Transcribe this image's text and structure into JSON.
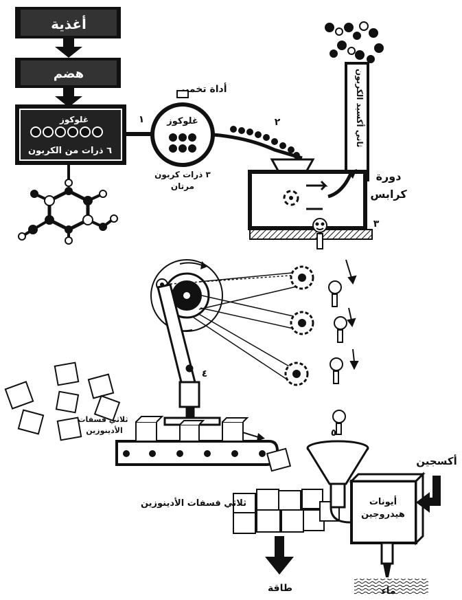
{
  "flow": {
    "food": "أغذية",
    "digestion": "هضم"
  },
  "glucose_box": {
    "name": "غلوكوز",
    "caption": "٦ ذرات من الكربون"
  },
  "fermenter": {
    "label": "أداة تخمير",
    "name": "غلوكوز",
    "caption_line1": "٣ ذرات كربون",
    "caption_line2": "مرتان"
  },
  "co2_label": "ثاني أكسيد الكربون",
  "krebs": {
    "line1": "دورة",
    "line2": "كرابس"
  },
  "steps": [
    "١",
    "٢",
    "٣",
    "٤",
    "٥"
  ],
  "atp_label_1": "ثلاثي فسفات",
  "atp_label_2": "الأدينوزين",
  "atp_pile_label": "ثلاثي فسفات الأدينوزين",
  "energy": "طاقة",
  "oxygen": "أكسجين",
  "hydrogen": {
    "line1": "أيونات",
    "line2": "هيدروجين"
  },
  "water": "ماء",
  "colors": {
    "ink": "#111111",
    "paper": "#ffffff"
  }
}
